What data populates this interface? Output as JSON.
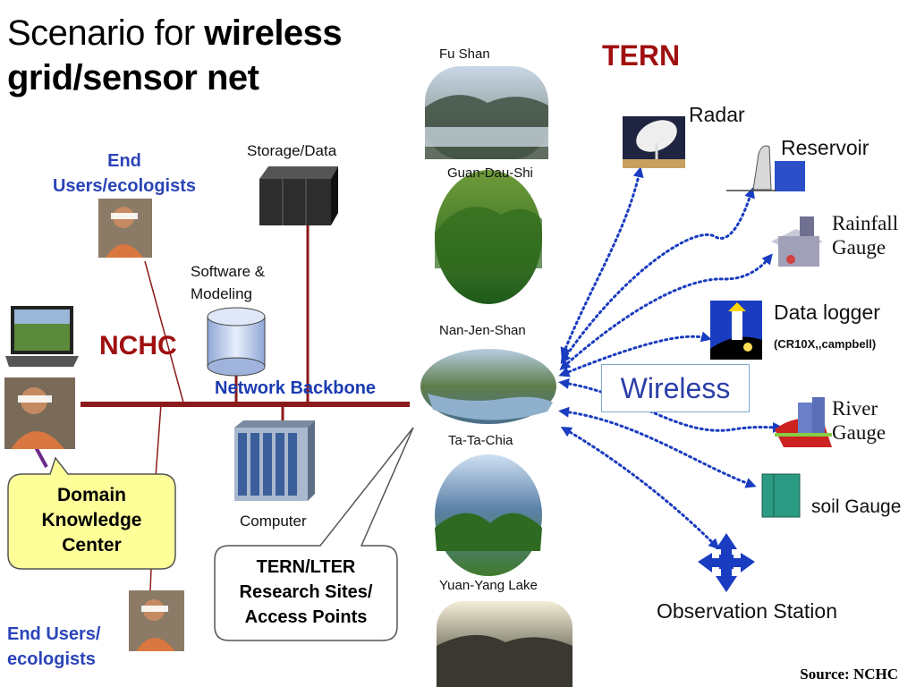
{
  "title": {
    "plain": "Scenario for ",
    "bold1": "wireless",
    "bold2": "grid/sensor net"
  },
  "tern": "TERN",
  "nchc": "NCHC",
  "backbone": "Network Backbone",
  "end_users_top": {
    "line1": "End",
    "line2": "Users/ecologists"
  },
  "end_users_bottom": {
    "line1": "End Users/",
    "line2": "ecologists"
  },
  "storage": "Storage/Data",
  "software": {
    "line1": "Software &",
    "line2": "Modeling"
  },
  "computer": "Computer",
  "domain_center": {
    "line1": "Domain",
    "line2": "Knowledge",
    "line3": "Center"
  },
  "research_callout": {
    "line1": "TERN/LTER",
    "line2": "Research Sites/",
    "line3": "Access Points"
  },
  "sites": [
    "Fu Shan",
    "Guan-Dau-Shi",
    "Nan-Jen-Shan",
    "Ta-Ta-Chia",
    "Yuan-Yang Lake"
  ],
  "sensors": {
    "radar": "Radar",
    "reservoir": "Reservoir",
    "rainfall": {
      "line1": "Rainfall",
      "line2": "Gauge"
    },
    "datalogger": "Data logger",
    "datalogger_sub": "(CR10X,,campbell)",
    "river": {
      "line1": "River",
      "line2": "Gauge"
    },
    "soil": "soil Gauge",
    "observation": "Observation Station"
  },
  "wireless": "Wireless",
  "source": "Source: NCHC",
  "colors": {
    "accent_red": "#a01010",
    "backbone": "#8b1a1a",
    "link_blue": "#1a3cc0",
    "callout_yellow": "#ffff99"
  }
}
